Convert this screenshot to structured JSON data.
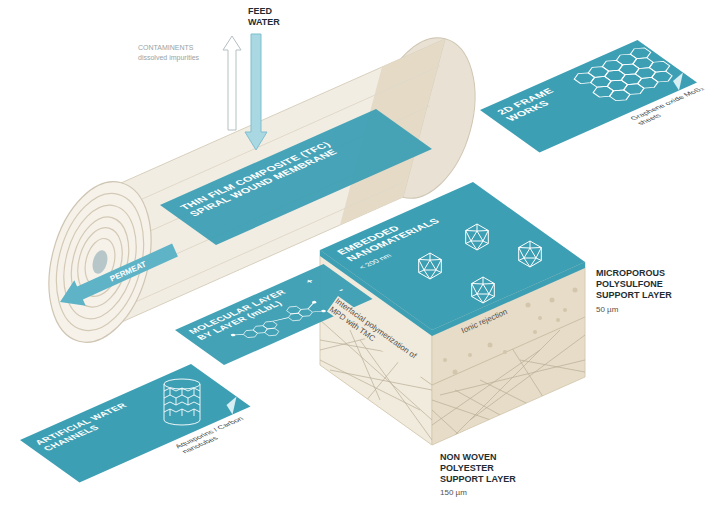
{
  "diagram": {
    "nodes": [
      {
        "text": [
          "THIN FILM COMPOSITE (TFC) SPIRAL WOUND MEMBRANE"
        ]
      },
      {
        "text": [
          "2D FRAME WORKS",
          "Graphene oxide MoS₂ sheets"
        ]
      },
      {
        "text": [
          "EMBEDDED NANOMATERIALS",
          "< 200 nm"
        ]
      },
      {
        "text": [
          "MOLECULAR LAYER BY LAYER (mLbL)"
        ]
      },
      {
        "text": [
          "ARTIFICIAL WATER CHANNELS",
          "Aquaporins / Carbon nanotubes"
        ]
      }
    ],
    "labels": [
      "FEED WATER",
      "CONTAMINENTS",
      "dissolved impurities",
      "PERMEAT",
      "+",
      "-",
      "Ionic rejection",
      "Interfacial polymerization of MPD with TMC",
      "MICROPOROUS POLYSULFONE SUPPORT LAYER",
      "50 µm",
      "NON WOVEN POLYESTER SUPPORT LAYER",
      "150 µm"
    ]
  }
}
